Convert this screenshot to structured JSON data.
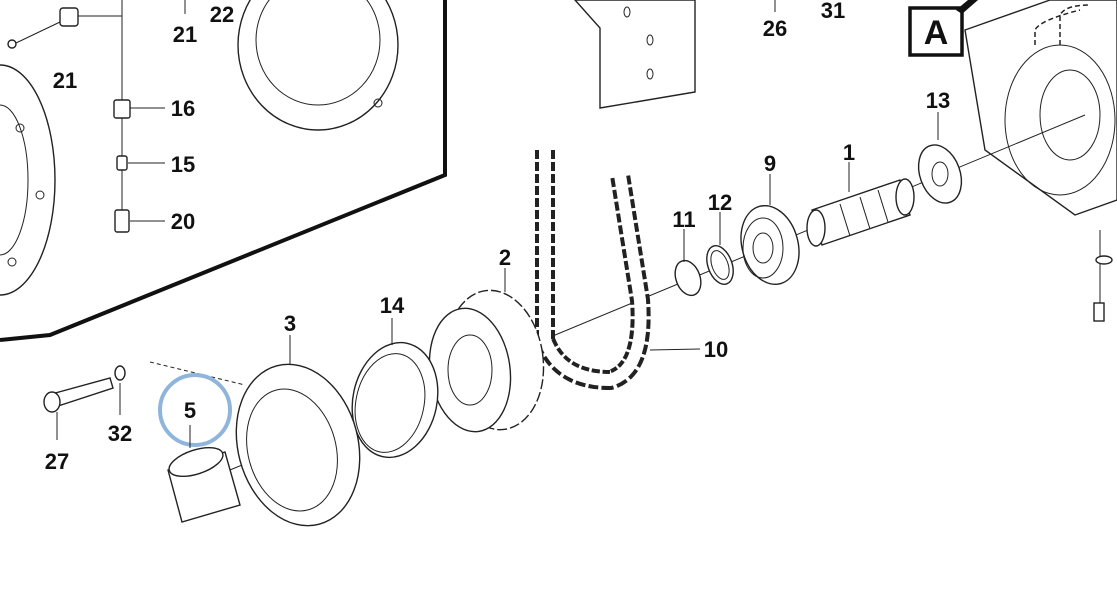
{
  "diagram": {
    "view_label": "A",
    "highlight_color": "#8fb5dc",
    "labels": {
      "p21a": "21",
      "p22": "22",
      "p21b": "21",
      "p16": "16",
      "p15": "15",
      "p20": "20",
      "p26": "26",
      "p31": "31",
      "p13": "13",
      "p1": "1",
      "p9": "9",
      "p12": "12",
      "p11": "11",
      "p2": "2",
      "p14": "14",
      "p3": "3",
      "p10": "10",
      "p5": "5",
      "p32": "32",
      "p27": "27"
    }
  }
}
